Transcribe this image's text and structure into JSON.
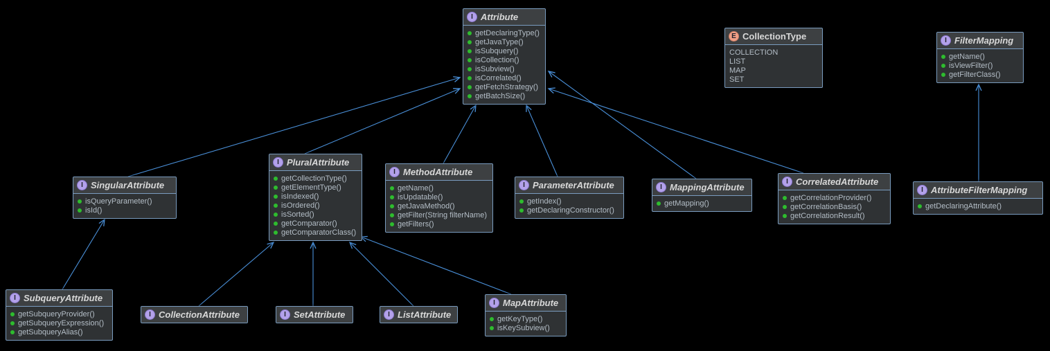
{
  "diagram": {
    "colors": {
      "background": "#000000",
      "edge": "#4a90d9",
      "node_border": "#7a9cbf",
      "node_header_bg": "#3d4042",
      "node_body_bg": "#2f3234",
      "title_text": "#d8d8d8",
      "member_text": "#b4bec7",
      "public_method_dot": "#2ebc2e",
      "interface_icon_bg": "#b3a1ea",
      "enum_icon_bg": "#f09f86"
    },
    "nodes": {
      "attribute": {
        "kind": "interface",
        "icon": "interface-icon",
        "icon_letter": "I",
        "name": "Attribute",
        "methods": [
          "getDeclaringType()",
          "getJavaType()",
          "isSubquery()",
          "isCollection()",
          "isSubview()",
          "isCorrelated()",
          "getFetchStrategy()",
          "getBatchSize()"
        ]
      },
      "collection_type": {
        "kind": "enum",
        "icon": "enum-icon",
        "icon_letter": "E",
        "name": "CollectionType",
        "fields": [
          "COLLECTION",
          "LIST",
          "MAP",
          "SET"
        ]
      },
      "filter_mapping": {
        "kind": "interface",
        "icon": "interface-icon",
        "icon_letter": "I",
        "name": "FilterMapping",
        "methods": [
          "getName()",
          "isViewFilter()",
          "getFilterClass()"
        ]
      },
      "singular_attribute": {
        "kind": "interface",
        "icon": "interface-icon",
        "icon_letter": "I",
        "name": "SingularAttribute",
        "methods": [
          "isQueryParameter()",
          "isId()"
        ]
      },
      "plural_attribute": {
        "kind": "interface",
        "icon": "interface-icon",
        "icon_letter": "I",
        "name": "PluralAttribute",
        "methods": [
          "getCollectionType()",
          "getElementType()",
          "isIndexed()",
          "isOrdered()",
          "isSorted()",
          "getComparator()",
          "getComparatorClass()"
        ]
      },
      "method_attribute": {
        "kind": "interface",
        "icon": "interface-icon",
        "icon_letter": "I",
        "name": "MethodAttribute",
        "methods": [
          "getName()",
          "isUpdatable()",
          "getJavaMethod()",
          "getFilter(String filterName)",
          "getFilters()"
        ]
      },
      "parameter_attribute": {
        "kind": "interface",
        "icon": "interface-icon",
        "icon_letter": "I",
        "name": "ParameterAttribute",
        "methods": [
          "getIndex()",
          "getDeclaringConstructor()"
        ]
      },
      "mapping_attribute": {
        "kind": "interface",
        "icon": "interface-icon",
        "icon_letter": "I",
        "name": "MappingAttribute",
        "methods": [
          "getMapping()"
        ]
      },
      "correlated_attribute": {
        "kind": "interface",
        "icon": "interface-icon",
        "icon_letter": "I",
        "name": "CorrelatedAttribute",
        "methods": [
          "getCorrelationProvider()",
          "getCorrelationBasis()",
          "getCorrelationResult()"
        ]
      },
      "attribute_filter_mapping": {
        "kind": "interface",
        "icon": "interface-icon",
        "icon_letter": "I",
        "name": "AttributeFilterMapping",
        "methods": [
          "getDeclaringAttribute()"
        ]
      },
      "subquery_attribute": {
        "kind": "interface",
        "icon": "interface-icon",
        "icon_letter": "I",
        "name": "SubqueryAttribute",
        "methods": [
          "getSubqueryProvider()",
          "getSubqueryExpression()",
          "getSubqueryAlias()"
        ]
      },
      "collection_attribute": {
        "kind": "interface",
        "icon": "interface-icon",
        "icon_letter": "I",
        "name": "CollectionAttribute",
        "methods": []
      },
      "set_attribute": {
        "kind": "interface",
        "icon": "interface-icon",
        "icon_letter": "I",
        "name": "SetAttribute",
        "methods": []
      },
      "list_attribute": {
        "kind": "interface",
        "icon": "interface-icon",
        "icon_letter": "I",
        "name": "ListAttribute",
        "methods": []
      },
      "map_attribute": {
        "kind": "interface",
        "icon": "interface-icon",
        "icon_letter": "I",
        "name": "MapAttribute",
        "methods": [
          "getKeyType()",
          "isKeySubview()"
        ]
      }
    },
    "edges": [
      {
        "from": "SingularAttribute",
        "to": "Attribute",
        "type": "extends"
      },
      {
        "from": "PluralAttribute",
        "to": "Attribute",
        "type": "extends"
      },
      {
        "from": "MethodAttribute",
        "to": "Attribute",
        "type": "extends"
      },
      {
        "from": "ParameterAttribute",
        "to": "Attribute",
        "type": "extends"
      },
      {
        "from": "MappingAttribute",
        "to": "Attribute",
        "type": "extends"
      },
      {
        "from": "CorrelatedAttribute",
        "to": "Attribute",
        "type": "extends"
      },
      {
        "from": "SubqueryAttribute",
        "to": "SingularAttribute",
        "type": "extends"
      },
      {
        "from": "CollectionAttribute",
        "to": "PluralAttribute",
        "type": "extends"
      },
      {
        "from": "SetAttribute",
        "to": "PluralAttribute",
        "type": "extends"
      },
      {
        "from": "ListAttribute",
        "to": "PluralAttribute",
        "type": "extends"
      },
      {
        "from": "MapAttribute",
        "to": "PluralAttribute",
        "type": "extends"
      },
      {
        "from": "AttributeFilterMapping",
        "to": "FilterMapping",
        "type": "extends"
      }
    ]
  }
}
